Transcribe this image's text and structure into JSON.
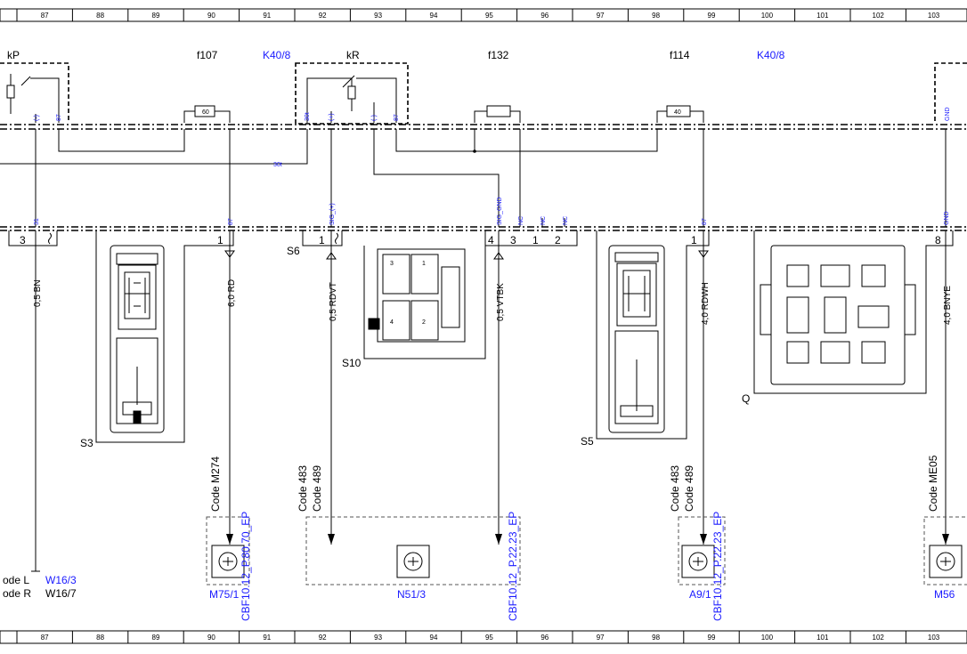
{
  "ruler_numbers": [
    "87",
    "88",
    "89",
    "90",
    "91",
    "92",
    "93",
    "94",
    "95",
    "96",
    "97",
    "98",
    "99",
    "100",
    "101",
    "102",
    "103"
  ],
  "relays": {
    "kP": {
      "label": "kP",
      "pins": [
        "(-)",
        "87"
      ]
    },
    "kR": {
      "label": "kR",
      "pins": [
        "30t",
        "(+)",
        "(-)",
        "87"
      ]
    },
    "left_module": "K40/8",
    "right_module": "K40/8"
  },
  "fuses": [
    {
      "name": "f107",
      "rating": "60"
    },
    {
      "name": "f132",
      "rating": ""
    },
    {
      "name": "f114",
      "rating": "40"
    }
  ],
  "right_edge_pin": "GND",
  "wire_30t": "30t",
  "upper_pins": [
    "31",
    "87",
    "SIG_(+)",
    "SIG_GND",
    "NC",
    "NC",
    "NC",
    "87",
    "GND"
  ],
  "connectors": [
    {
      "name": "S3",
      "pin": "3"
    },
    {
      "name": "S6",
      "pin": "1"
    },
    {
      "name": "S10",
      "pins": [
        "4",
        "3",
        "1",
        "2"
      ]
    },
    {
      "name": "S5",
      "pin": "1"
    },
    {
      "name": "Q",
      "pin": "8"
    }
  ],
  "s10_cavities": [
    "3",
    "1",
    "4",
    "2"
  ],
  "wires": [
    "0,5 BN",
    "6,0 RD",
    "0,5 RDVT",
    "0,5 VTBK",
    "4,0 RDWH",
    "4,0 BNYE"
  ],
  "codes": {
    "m274": "Code M274",
    "c483_a": "Code 483",
    "c489_a": "Code 489",
    "c483_b": "Code 483",
    "c489_b": "Code 489",
    "me05": "Code ME05"
  },
  "references": [
    "CBF10.12_P.80.70_EP",
    "CBF10.12_P.22.23_EP",
    "CBF10.12_P.22.23_EP"
  ],
  "components": [
    "M75/1",
    "N51/3",
    "A9/1",
    "M56"
  ],
  "ground_notes": [
    {
      "code": "ode L",
      "ref": "W16/3"
    },
    {
      "code": "ode R",
      "ref": "W16/7"
    }
  ]
}
